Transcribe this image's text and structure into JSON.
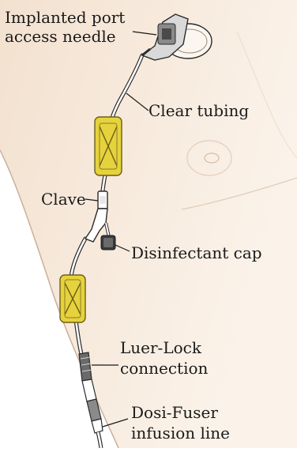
{
  "labels": {
    "needle": [
      "Implanted port",
      "access needle"
    ],
    "tubing": "Clear tubing",
    "clave": "Clave",
    "cap": "Disinfectant cap",
    "luer": [
      "Luer-Lock",
      "connection"
    ],
    "fuser": [
      "Dosi-Fuser",
      "infusion line"
    ]
  },
  "colors": {
    "skin": "#f6e9dc",
    "clamp": "#e6d23c",
    "tube": "#ffffff",
    "line": "#2b2b2b"
  }
}
